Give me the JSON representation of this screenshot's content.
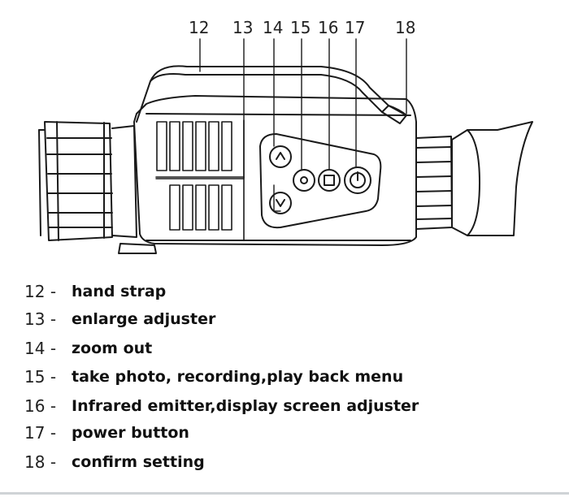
{
  "callouts": [
    {
      "num": "12",
      "label": "hand strap"
    },
    {
      "num": "13",
      "label": "enlarge adjuster"
    },
    {
      "num": "14",
      "label": "zoom out"
    },
    {
      "num": "15",
      "label": "take photo, recording,play back menu"
    },
    {
      "num": "16",
      "label": "Infrared emitter,display screen adjuster"
    },
    {
      "num": "17",
      "label": "power button"
    },
    {
      "num": "18",
      "label": "confirm setting"
    }
  ],
  "legend_separator": "-",
  "colors": {
    "line": "#1a1a1a",
    "body_fill": "#ffffff"
  }
}
